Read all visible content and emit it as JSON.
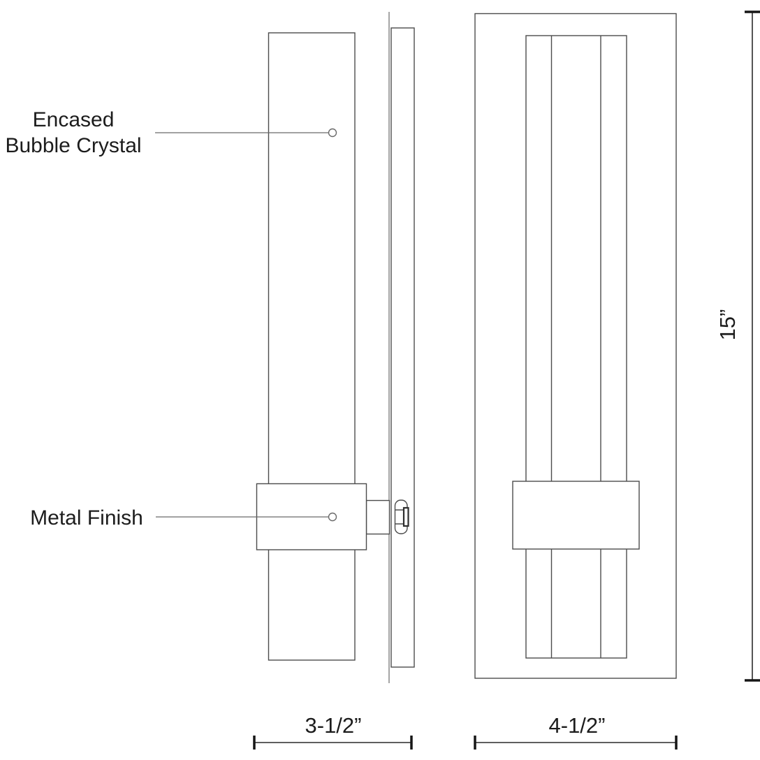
{
  "colors": {
    "line": "#4c4c4c",
    "ink": "#1c1c1c",
    "background": "#ffffff"
  },
  "callouts": {
    "crystal": {
      "line1": "Encased",
      "line2": "Bubble Crystal"
    },
    "metal": {
      "label": "Metal Finish"
    }
  },
  "dimensions": {
    "side_depth": "3-1/2”",
    "front_width": "4-1/2”",
    "height": "15”"
  }
}
